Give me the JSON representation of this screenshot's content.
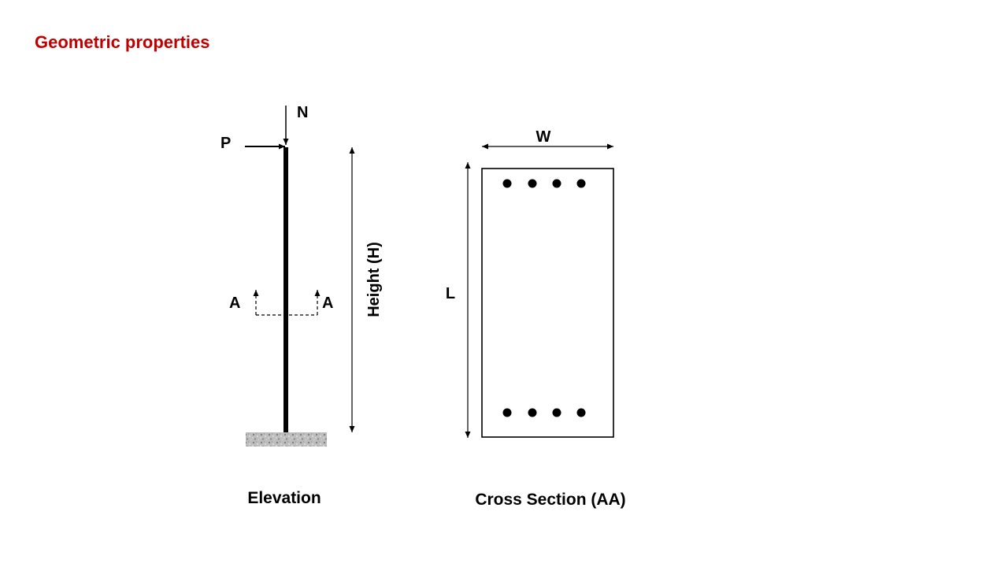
{
  "slide": {
    "title": "Geometric properties",
    "title_color": "#c00000"
  },
  "elevation": {
    "load_axial": "N",
    "load_lateral": "P",
    "section_left": "A",
    "section_right": "A",
    "height_label": "Height (H)",
    "caption": "Elevation"
  },
  "cross_section": {
    "width_label": "W",
    "length_label": "L",
    "caption": "Cross Section (AA)",
    "rebars_top_count": 4,
    "rebars_bottom_count": 4
  }
}
